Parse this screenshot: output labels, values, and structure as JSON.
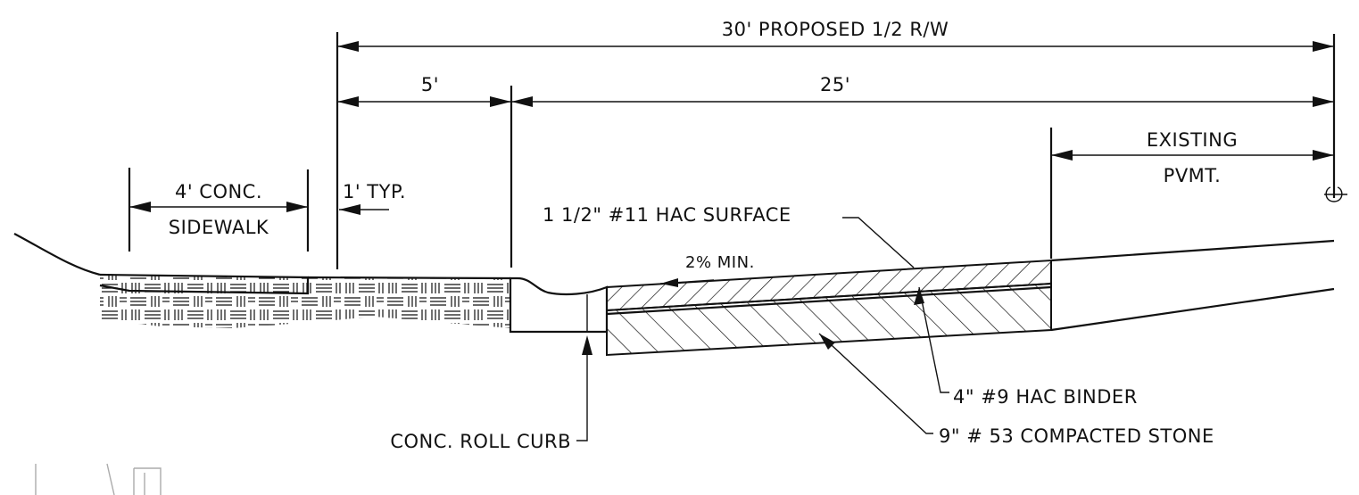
{
  "dimensions": {
    "row_width": "30' PROPOSED 1/2 R/W",
    "curb_offset": "5'",
    "pavement_width": "25'",
    "existing_pavement_line1": "EXISTING",
    "existing_pavement_line2": "PVMT.",
    "sidewalk_line1": "4' CONC.",
    "sidewalk_line2": "SIDEWALK",
    "typical_offset": "1' TYP."
  },
  "callouts": {
    "surface": "1 1/2\" #11 HAC SURFACE",
    "slope": "2% MIN.",
    "binder": "4\" #9 HAC BINDER",
    "stone": "9\" # 53 COMPACTED STONE",
    "curb": "CONC. ROLL CURB"
  },
  "symbols": {
    "centerline": "centerline-symbol"
  },
  "colors": {
    "ink": "#111111",
    "paper": "#ffffff"
  }
}
